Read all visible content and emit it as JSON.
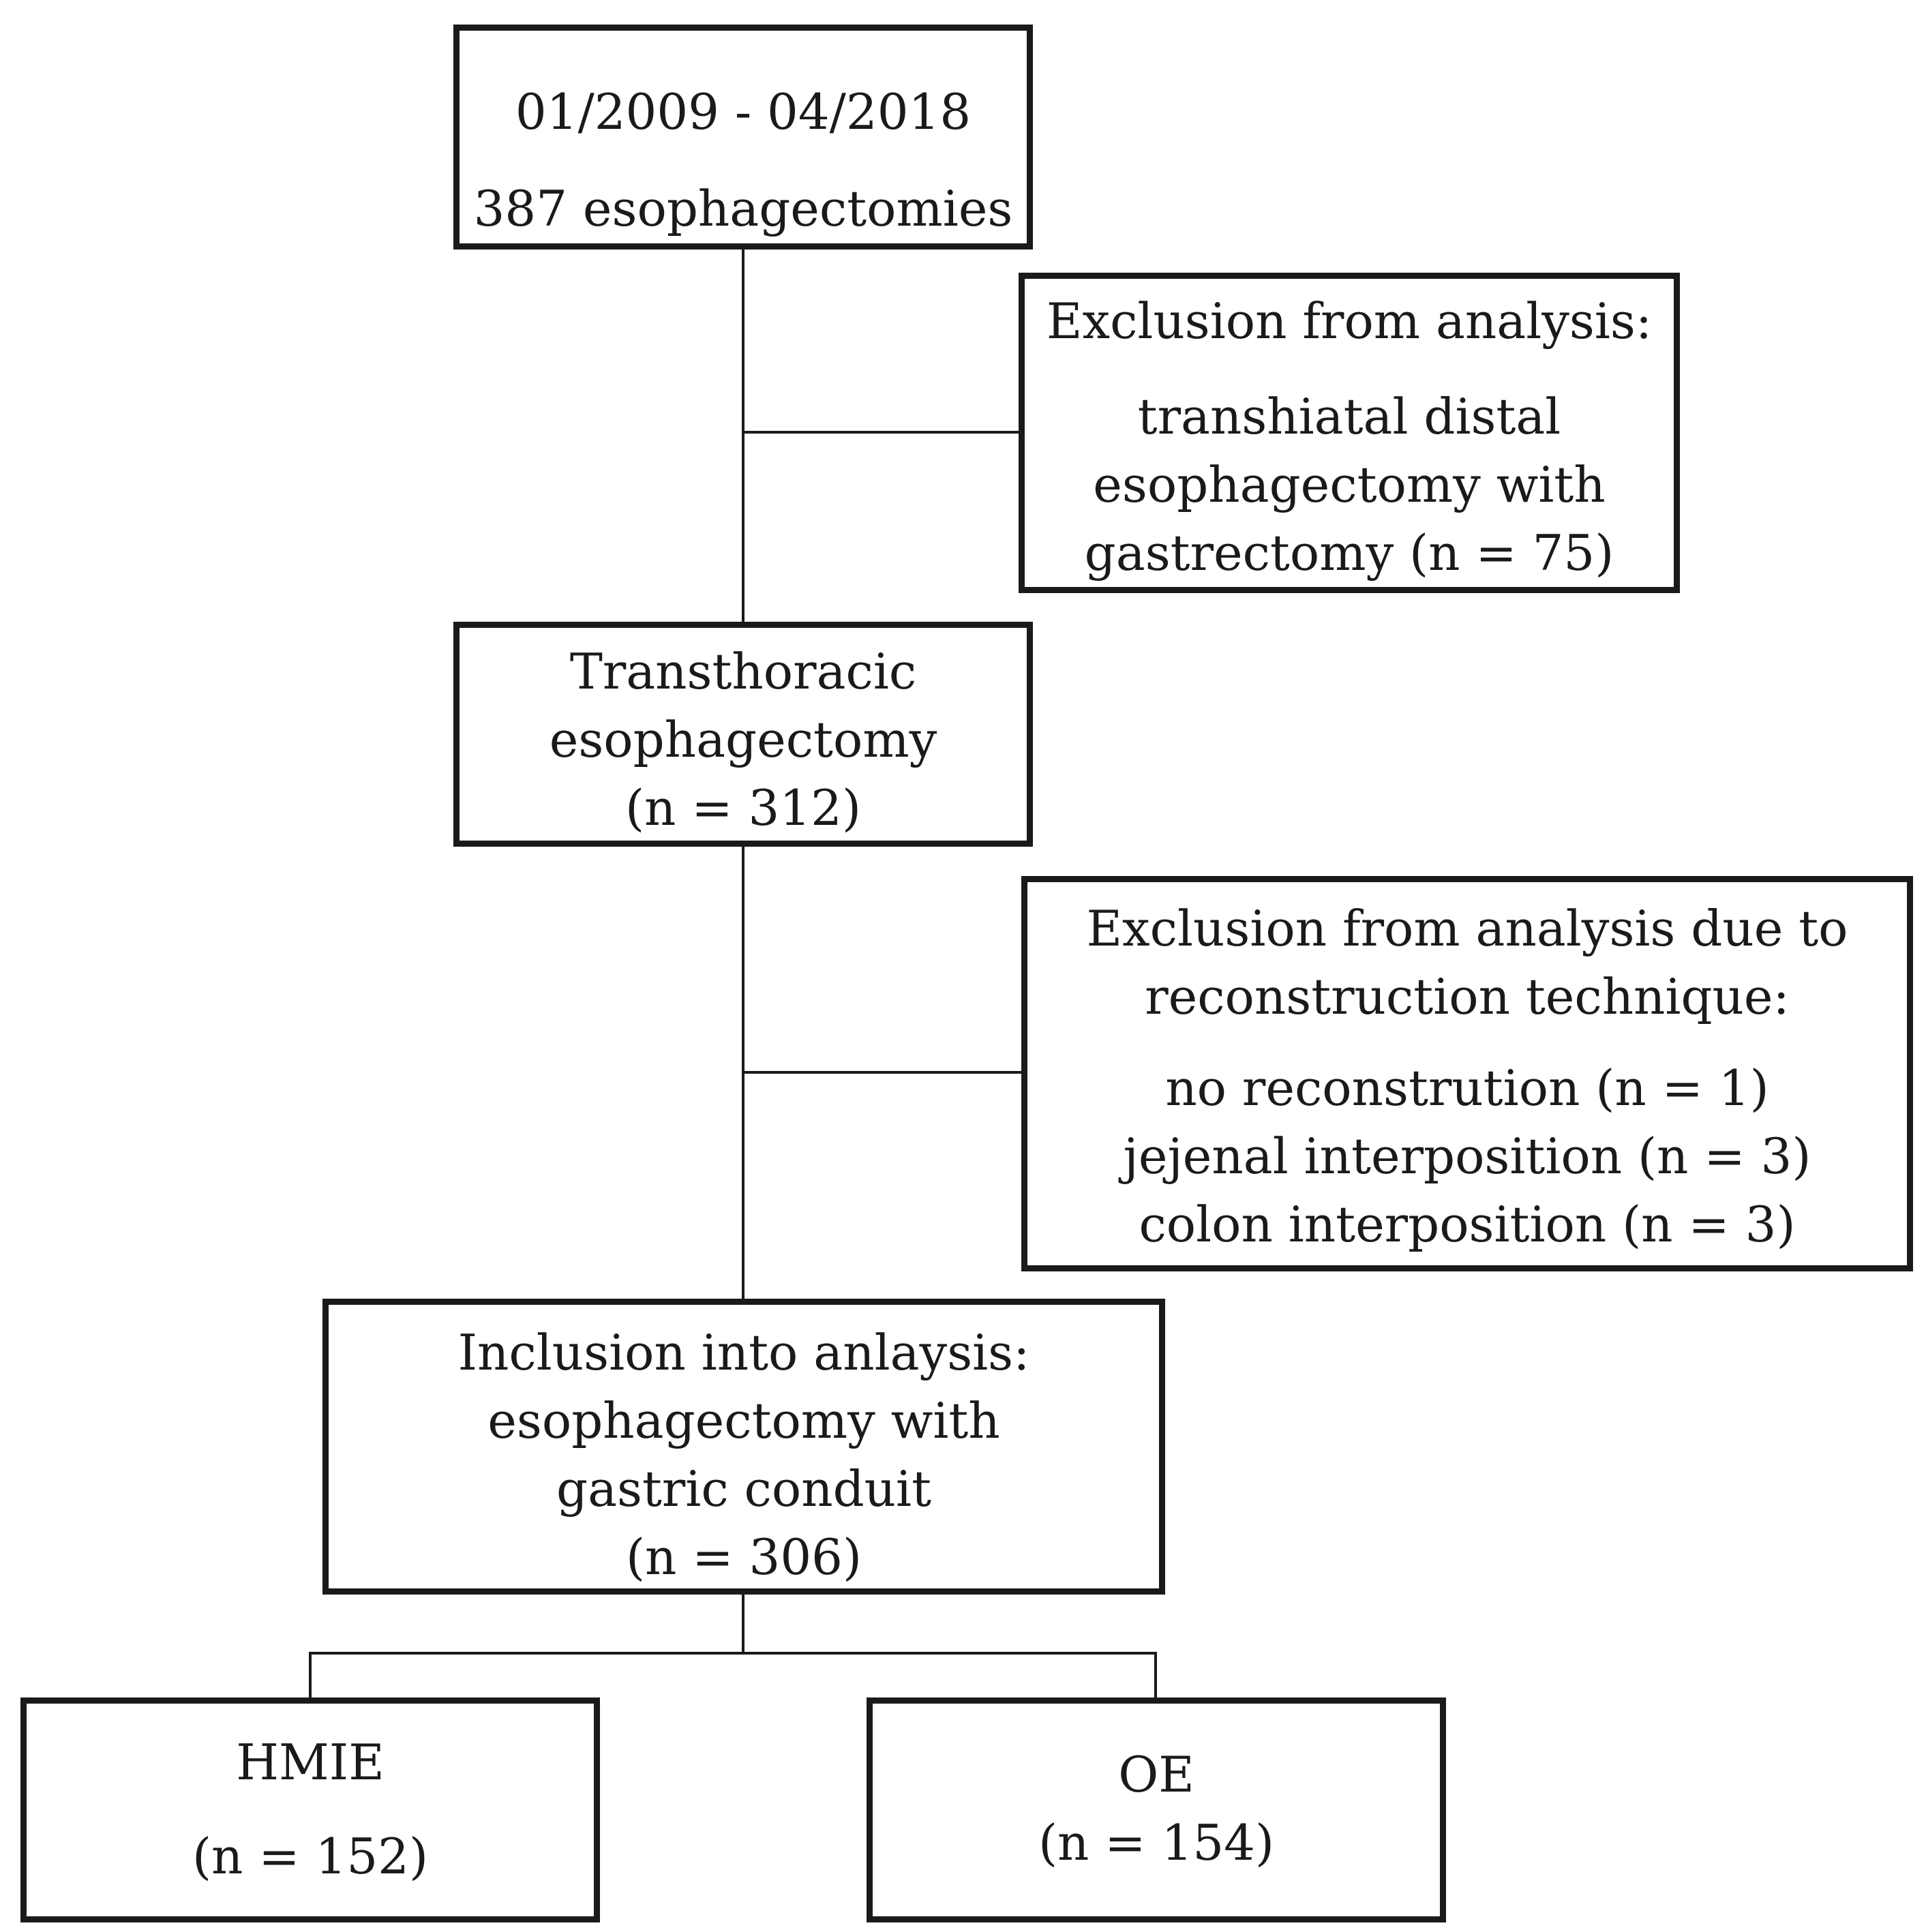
{
  "start": {
    "period": "01/2009 - 04/2018",
    "count": "387 esophagectomies"
  },
  "exclusion_1": {
    "heading": "Exclusion from analysis:",
    "lines": [
      "transhiatal distal",
      "esophagectomy with",
      "gastrectomy (n = 75)"
    ]
  },
  "transthoracic": {
    "lines": [
      "Transthoracic",
      "esophagectomy",
      "(n = 312)"
    ]
  },
  "exclusion_2": {
    "heading_lines": [
      "Exclusion from analysis due to",
      "reconstruction technique:"
    ],
    "items": [
      "no reconstrution (n = 1)",
      "jejenal interposition (n = 3)",
      "colon interposition (n = 3)"
    ]
  },
  "inclusion": {
    "lines": [
      "Inclusion into anlaysis:",
      "esophagectomy with",
      "gastric conduit",
      "(n = 306)"
    ]
  },
  "hmie": {
    "label": "HMIE",
    "count": "(n = 152)"
  },
  "oe": {
    "label": "OE",
    "count": "(n = 154)"
  }
}
